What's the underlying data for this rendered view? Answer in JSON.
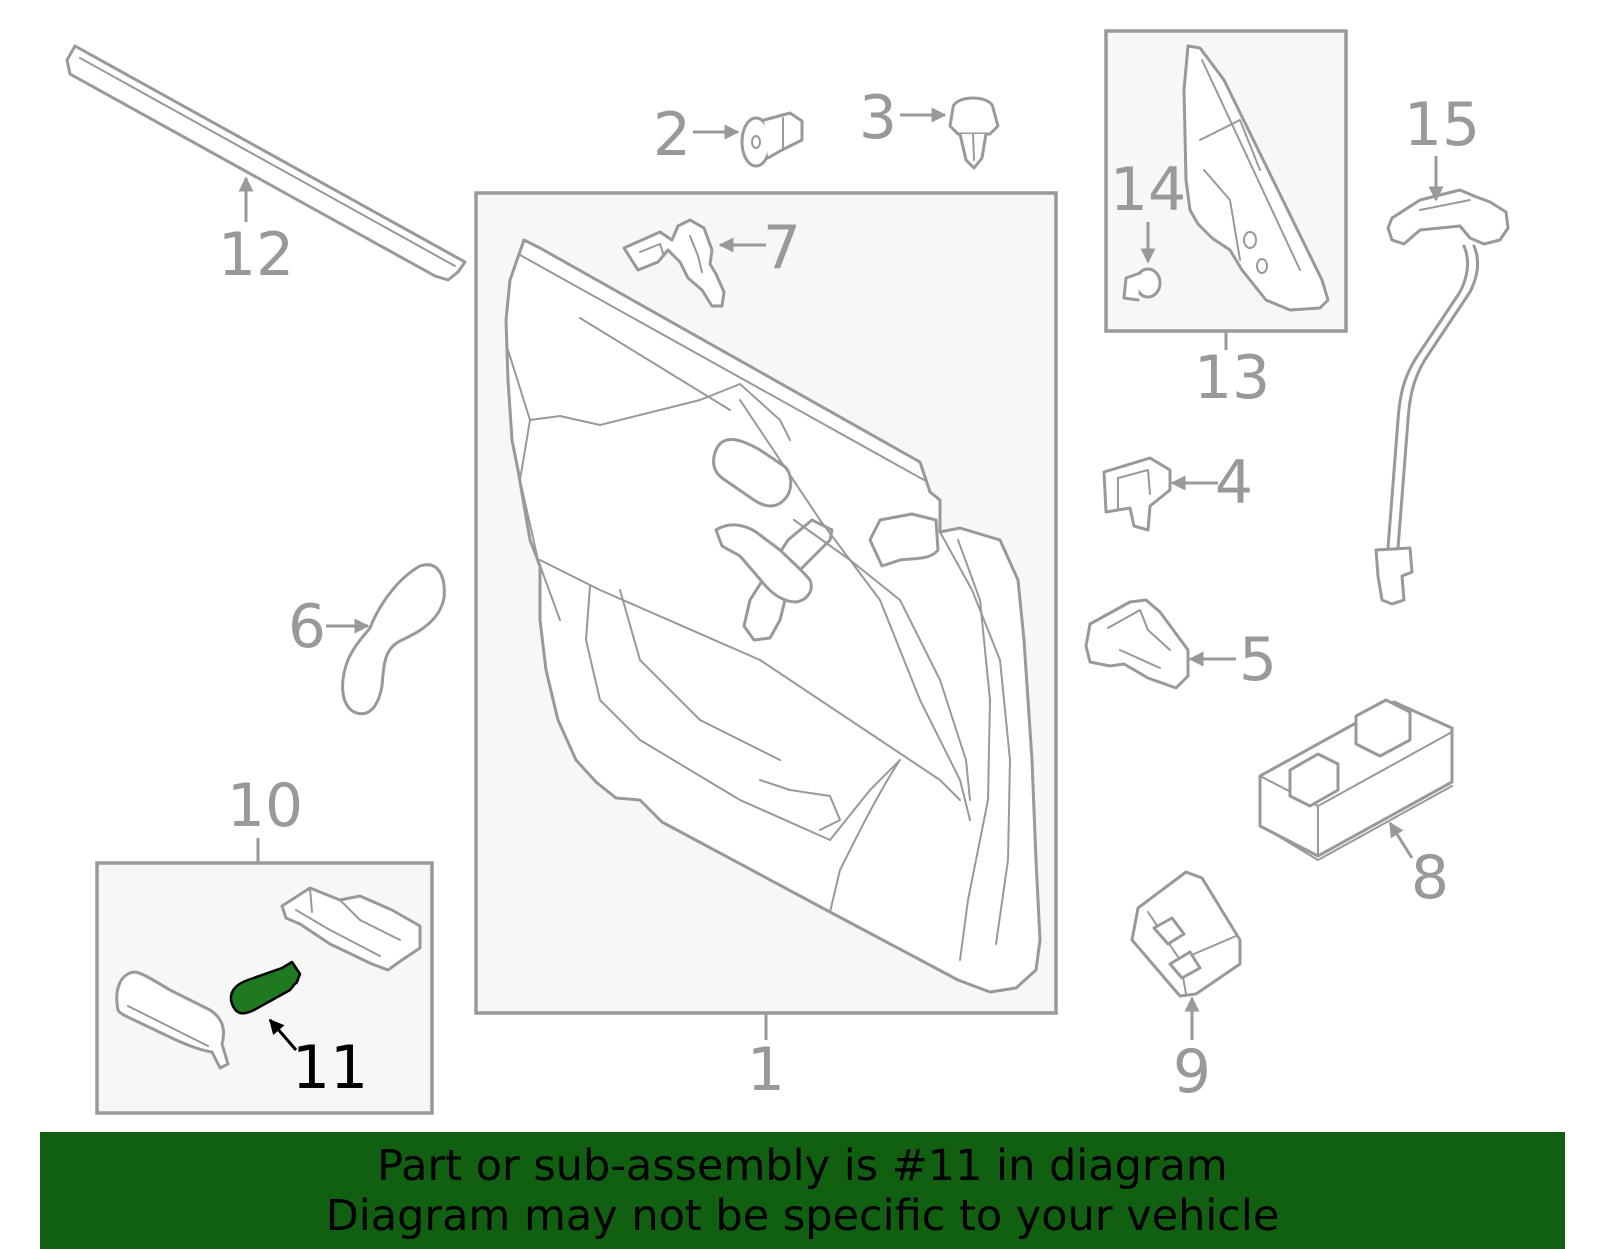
{
  "diagram": {
    "callouts": {
      "c1": "1",
      "c2": "2",
      "c3": "3",
      "c4": "4",
      "c5": "5",
      "c6": "6",
      "c7": "7",
      "c8": "8",
      "c9": "9",
      "c10": "10",
      "c11": "11",
      "c12": "12",
      "c13": "13",
      "c14": "14",
      "c15": "15"
    },
    "highlighted_part": "11"
  },
  "colors": {
    "outline": "#999999",
    "box_fill": "#f7f7f7",
    "highlight_part": "#1f7a1f",
    "banner_bg": "#116011",
    "banner_text": "#000000"
  },
  "banner": {
    "line1": "Part or sub-assembly is #11 in diagram",
    "line2": "Diagram may not be specific to your vehicle"
  }
}
